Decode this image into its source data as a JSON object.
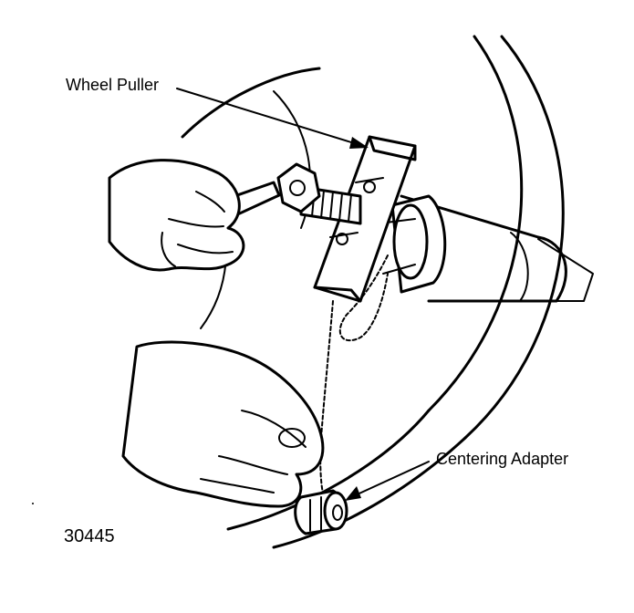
{
  "figure": {
    "labels": {
      "wheel_puller": "Wheel Puller",
      "centering_adapter": "Centering Adapter"
    },
    "figure_number": "30445"
  }
}
